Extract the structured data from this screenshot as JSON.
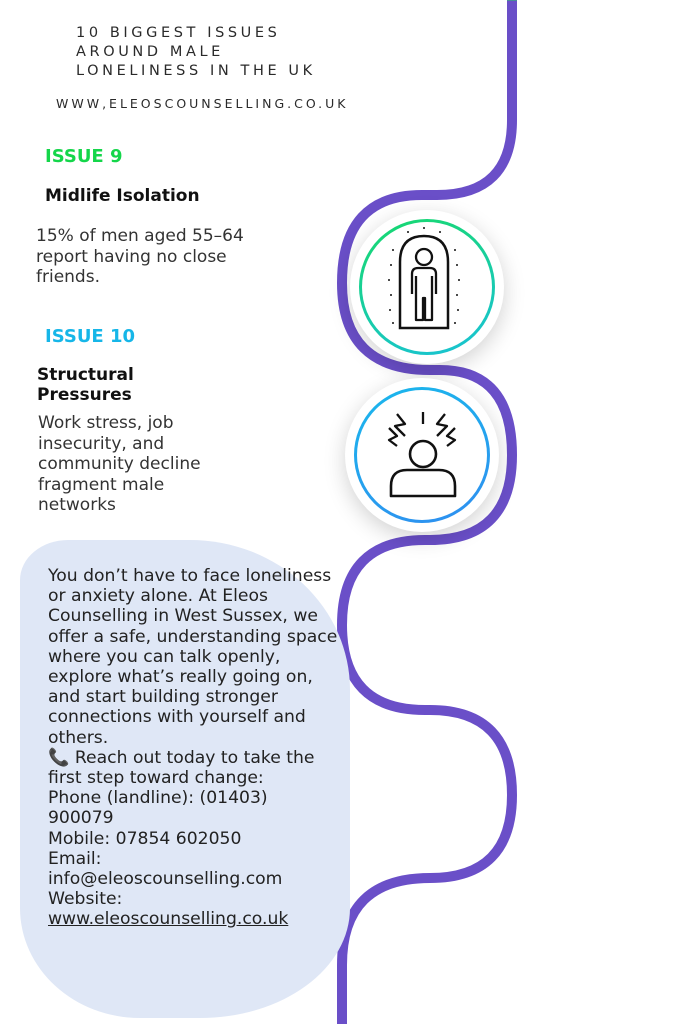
{
  "header": {
    "title_lines": [
      "10 BIGGEST ISSUES",
      "AROUND MALE",
      "LONELINESS IN THE UK"
    ],
    "website": "WWW,ELEOSCOUNSELLING.CO.UK"
  },
  "issues": [
    {
      "label": "ISSUE 9",
      "title": "Midlife Isolation",
      "text": "15% of men aged 55–64 report having no close friends.",
      "icon": "isolated-person-icon",
      "color": "#14d64a"
    },
    {
      "label": "ISSUE 10",
      "title": "Structural Pressures",
      "text": "Work stress, job insecurity, and community decline fragment male networks",
      "icon": "stressed-person-icon",
      "color": "#16b6e8"
    }
  ],
  "cta": {
    "paragraph": "You don’t have to face loneliness or anxiety alone. At Eleos Counselling in West Sussex, we offer a safe, understanding space where you can talk openly, explore what’s really going on, and start building stronger connections with yourself and others.",
    "reach_out": "📞 Reach out today to take the first step toward change:",
    "phone": "Phone (landline): (01403) 900079",
    "mobile": "Mobile: 07854 602050",
    "email_label": "Email:",
    "email": "info@eleoscounselling.com",
    "website_label": "Website:",
    "website_link": "www.eleoscounselling.co.uk"
  },
  "colors": {
    "green": "#14d64a",
    "cyan": "#16b6e8",
    "blue": "#2f6fe8",
    "purple": "#8a3cc8",
    "panel": "#dfe7f6"
  }
}
